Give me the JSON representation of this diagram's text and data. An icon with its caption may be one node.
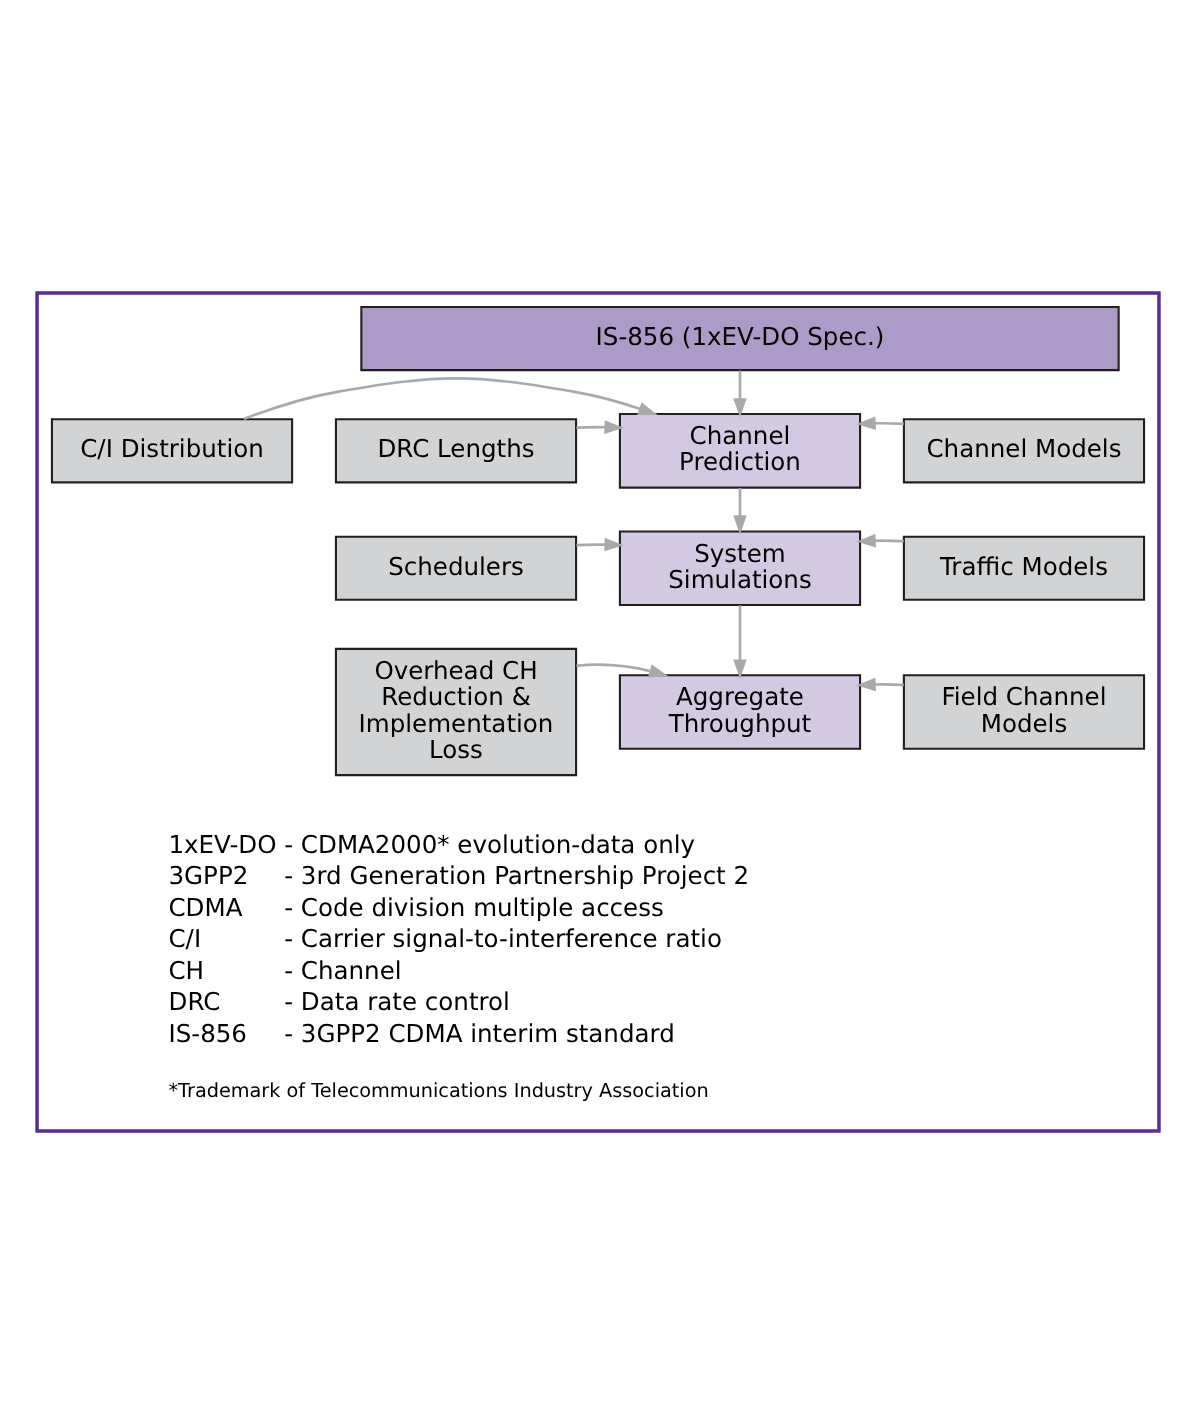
{
  "diagram": {
    "nodes": [
      {
        "text": [],
        "shape": "box"
      },
      {
        "text": [
          "IS-856 (1xEV-DO Spec.)"
        ],
        "in": 0
      },
      {
        "text": [
          "C/I Distribution"
        ],
        "in": 0
      },
      {
        "text": [
          "Channel Prediction"
        ],
        "in": 0
      },
      {
        "text": [
          "Channel Models"
        ],
        "in": 0
      },
      {
        "text": [
          "DRC Lengths"
        ],
        "in": 0
      },
      {
        "text": [
          "Schedulers"
        ],
        "in": 0
      },
      {
        "text": [
          "System Simulations"
        ],
        "in": 0
      },
      {
        "text": [
          "Traffic Models"
        ],
        "in": 0
      },
      {
        "text": [
          "Overhead CH Reduction & Implementation Loss"
        ],
        "in": 0
      },
      {
        "text": [
          "Aggregate Throughput"
        ],
        "in": 0
      },
      {
        "text": [
          "Field Channel Models"
        ],
        "in": 0
      }
    ],
    "edges": [
      {
        "from": 1,
        "to": 3,
        "arrow": "to"
      },
      {
        "from": 2,
        "to": 3,
        "arrow": "to"
      },
      {
        "from": 5,
        "to": 3,
        "arrow": "to"
      },
      {
        "from": 4,
        "to": 3,
        "arrow": "to"
      },
      {
        "from": 3,
        "to": 7,
        "arrow": "to"
      },
      {
        "from": 6,
        "to": 7,
        "arrow": "to"
      },
      {
        "from": 8,
        "to": 7,
        "arrow": "to"
      },
      {
        "from": 7,
        "to": 10,
        "arrow": "to"
      },
      {
        "from": 9,
        "to": 10,
        "arrow": "to"
      },
      {
        "from": 11,
        "to": 10,
        "arrow": "to"
      }
    ],
    "labels": [
      "1xEV-DO",
      "- CDMA2000* evolution-data only",
      "3GPP2",
      "- 3rd Generation Partnership Project 2",
      "CDMA",
      "- Code division multiple access",
      "C/I",
      "- Carrier signal-to-interference ratio",
      "CH",
      "- Channel",
      "DRC",
      "- Data rate control",
      "IS-856",
      "- 3GPP2 CDMA interim standard",
      "*Trademark of Telecommunications Industry Association"
    ]
  }
}
